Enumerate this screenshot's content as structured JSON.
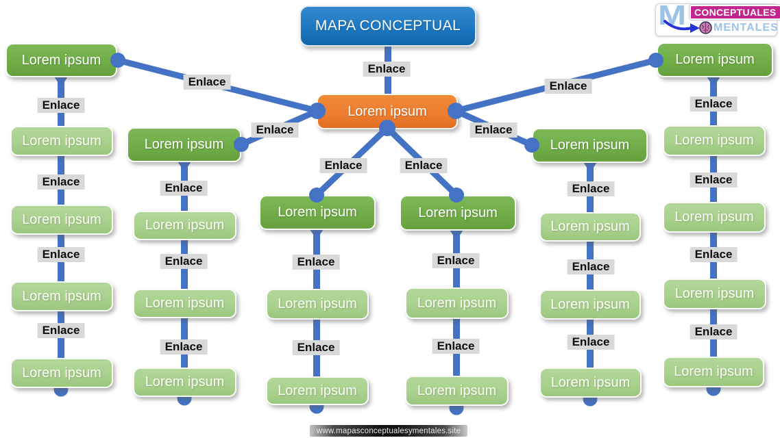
{
  "header": {
    "title": "MAPA CONCEPTUAL"
  },
  "map": {
    "center": "Lorem ipsum",
    "branches": 6,
    "nodes_per_branch": [
      5,
      4,
      3,
      3,
      4,
      5
    ],
    "link_labels_total": 25
  },
  "labels": {
    "node": "Lorem ipsum",
    "link": "Enlace"
  },
  "logo": {
    "monogram": "M",
    "line1": "CONCEPTUALES",
    "line2": "MENTALES"
  },
  "icons": {
    "brain": "brain-icon",
    "arrow": "arrow-right-icon"
  },
  "footer": {
    "site": "www.mapasconceptualesymentales.site"
  },
  "colors": {
    "title_blue": "#1B76BF",
    "center_orange": "#ED7D31",
    "branch_green": "#70AD47",
    "leaf_green": "#A9D18E",
    "connector_blue": "#4472C4",
    "link_label_bg": "#D9D9D9",
    "logo_magenta": "#C2268E",
    "logo_light_blue": "#9CC2E5",
    "logo_arrow_blue": "#2733D6"
  }
}
